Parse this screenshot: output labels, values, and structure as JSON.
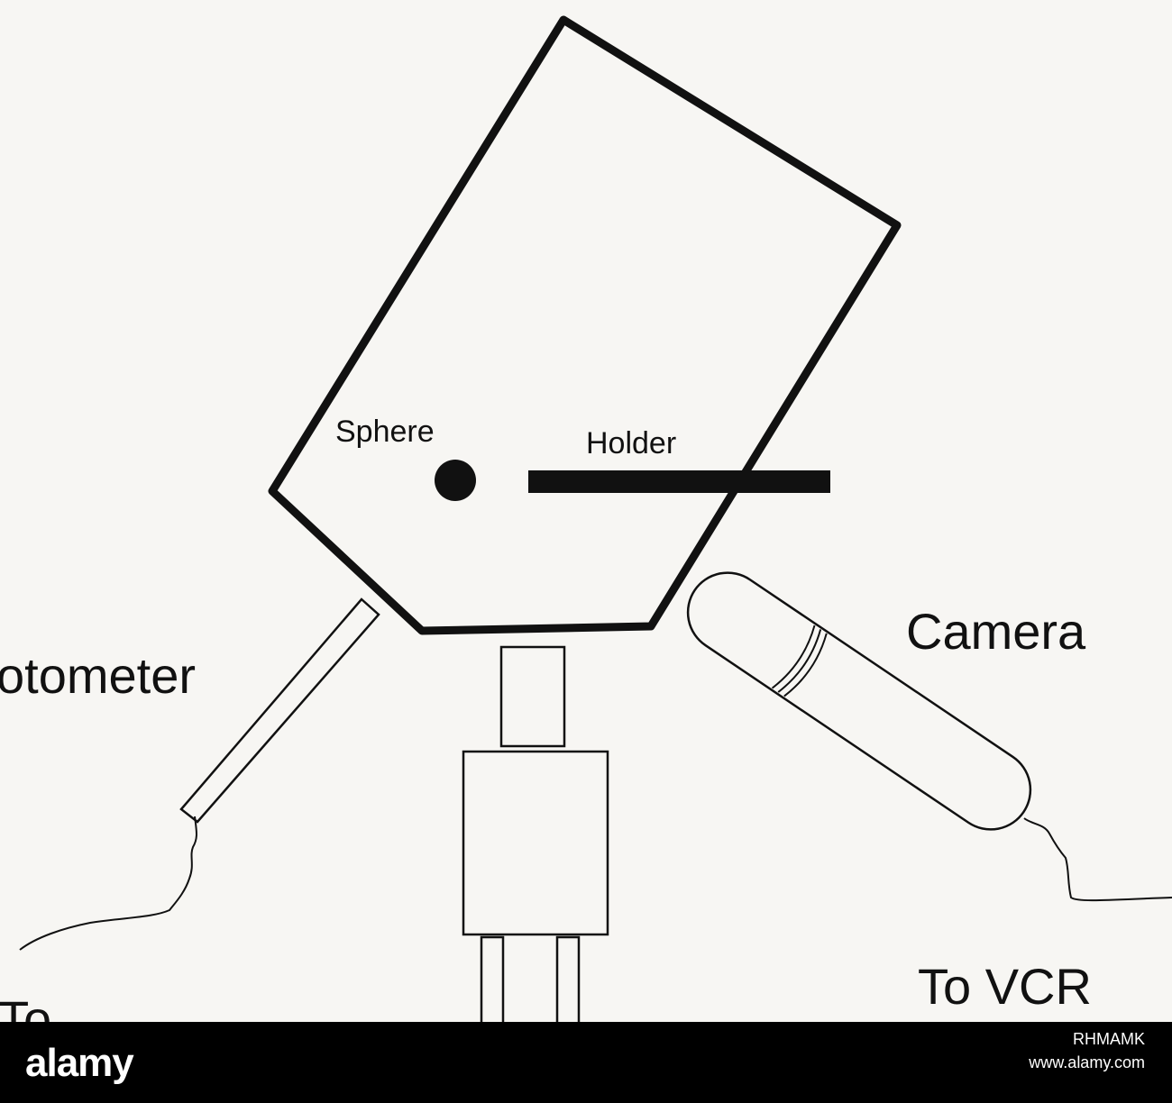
{
  "diagram": {
    "labels": {
      "sphere": "Sphere",
      "holder": "Holder",
      "camera": "Camera",
      "photometer": "otometer",
      "to_vcr": "To VCR",
      "to": "To"
    }
  },
  "footer": {
    "logo": "alamy",
    "image_code": "RHMAMK",
    "url": "www.alamy.com"
  },
  "colors": {
    "ink": "#111111",
    "background": "#f7f6f3",
    "footer_bg": "#000000",
    "footer_text": "#ffffff"
  }
}
